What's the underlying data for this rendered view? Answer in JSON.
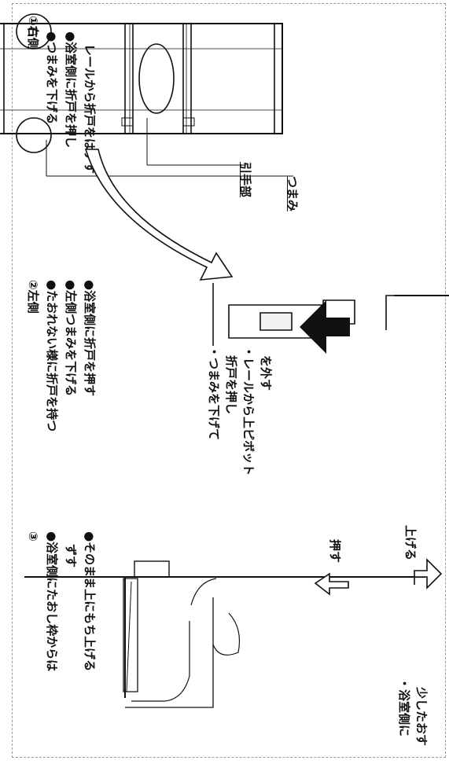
{
  "section1": {
    "heading": "①右側",
    "line1": "●つまみを下げる",
    "line2": "●浴室側に折戸を押し",
    "line3": "レールから折戸をはずす",
    "label_knob": "つまみ",
    "label_handle": "引手部"
  },
  "section2": {
    "heading": "②左側",
    "line1": "●たおれない様に折戸を持つ",
    "line2": "●左側つまみを下げる",
    "line3": "●浴室側に折戸を押す",
    "callout1": "・つまみを下げて",
    "callout2": "折戸を押し",
    "callout3": "・レールから上ピボット",
    "callout4": "を外す"
  },
  "section3": {
    "heading": "③",
    "line1": "●浴室側にたおし枠からは",
    "line2": "ずす",
    "line3": "●そのまま上にもち上げる",
    "label_push": "押す",
    "label_lift": "上げる",
    "callout1": "・浴室側に",
    "callout2": "少したおす"
  }
}
